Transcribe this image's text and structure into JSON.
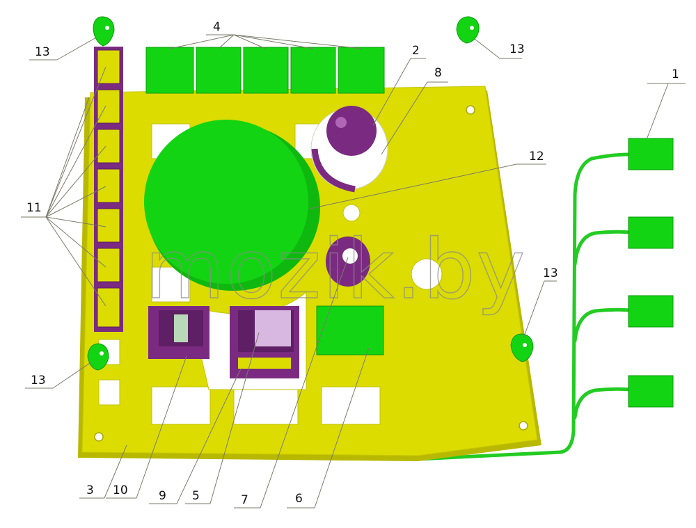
{
  "callouts": {
    "c1": "1",
    "c2": "2",
    "c3": "3",
    "c4": "4",
    "c5": "5",
    "c6": "6",
    "c7": "7",
    "c8": "8",
    "c9": "9",
    "c10": "10",
    "c11": "11",
    "c12": "12",
    "c13a": "13",
    "c13b": "13",
    "c13c": "13",
    "c13d": "13"
  },
  "watermark": "mozik.by",
  "colors": {
    "board": "#dcdc00",
    "board_edge": "#b8b800",
    "component_green": "#13d413",
    "component_purple": "#7a2a80",
    "cable": "#22cc22"
  }
}
